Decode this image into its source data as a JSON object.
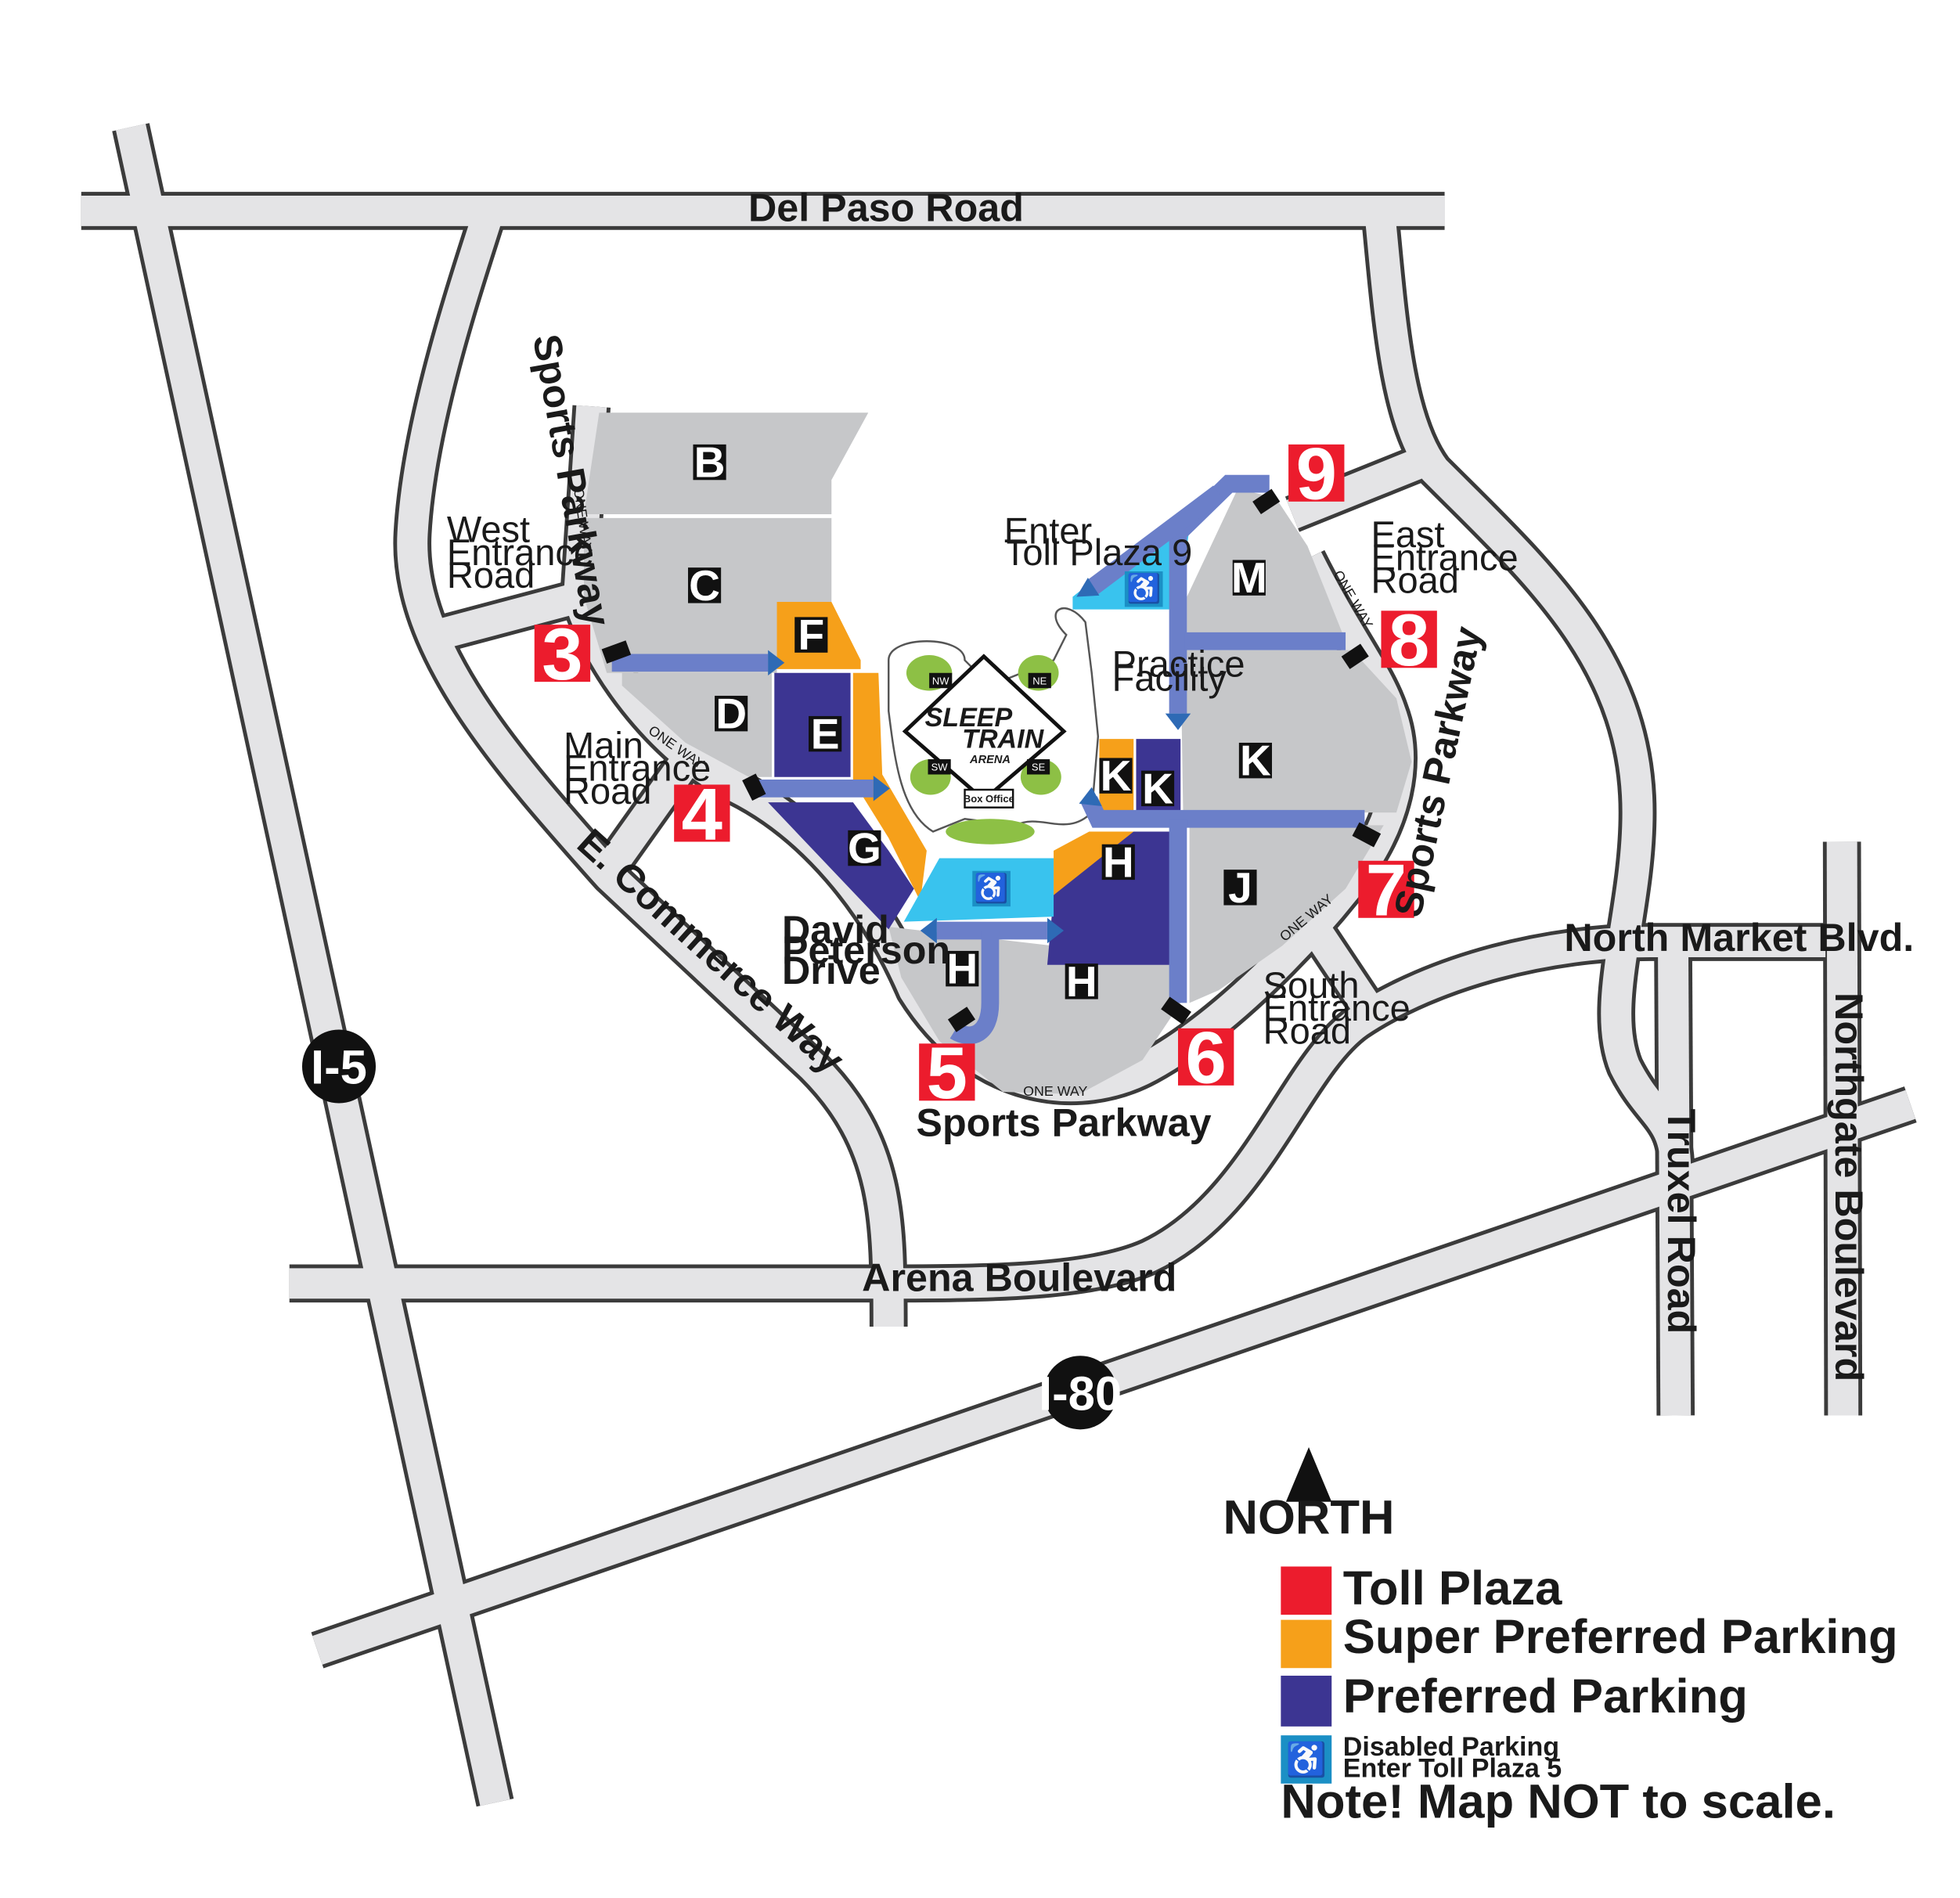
{
  "roads": {
    "del_paso": "Del Paso Road",
    "sports_parkway_west": "Sports Parkway",
    "west_entrance": [
      "West",
      "Entrance",
      "Road"
    ],
    "main_entrance": [
      "Main",
      "Entrance",
      "Road"
    ],
    "e_commerce": "E. Commerce Way",
    "david_peterson": [
      "David",
      "Peterson",
      "Drive"
    ],
    "sports_parkway_south": "Sports Parkway",
    "sports_parkway_east": "Sports Parkway",
    "east_entrance": [
      "East",
      "Entrance",
      "Road"
    ],
    "south_entrance": [
      "South",
      "Entrance",
      "Road"
    ],
    "north_market": "North Market  Blvd.",
    "arena_blvd": "Arena Boulevard",
    "truxel": "Truxel Road",
    "northgate": "Northgate Boulevard",
    "one_way": "ONE WAY"
  },
  "highways": {
    "i5": "I-5",
    "i80": "I-80"
  },
  "lots": {
    "b": "B",
    "c": "C",
    "d": "D",
    "e": "E",
    "f": "F",
    "g": "G",
    "h1": "H",
    "h2": "H",
    "h3": "H",
    "j": "J",
    "k1": "K",
    "k2": "K",
    "k3": "K",
    "m": "M"
  },
  "toll_plazas": {
    "t3": "3",
    "t4": "4",
    "t5": "5",
    "t6": "6",
    "t7": "7",
    "t8": "8",
    "t9": "9"
  },
  "labels": {
    "enter_toll9": [
      "Enter",
      "Toll Plaza 9"
    ],
    "practice": [
      "Practice",
      "Facility"
    ],
    "arena_logo_line1": "SLEEP",
    "arena_logo_line2": "TRAIN",
    "arena_logo_line3": "ARENA",
    "box_office": "Box Office",
    "nw": "NW",
    "ne": "NE",
    "sw": "SW",
    "se": "SE",
    "disabled_symbol": "♿"
  },
  "legend": {
    "north": "NORTH",
    "toll": "Toll Plaza",
    "super": "Super Preferred Parking",
    "preferred": "Preferred Parking",
    "disabled_line1": "Disabled Parking",
    "disabled_line2": "Enter Toll Plaza 5",
    "note": "Note! Map NOT to scale."
  },
  "colors": {
    "toll": "#ec1c2d",
    "super_preferred": "#f6a01a",
    "preferred": "#3c3592",
    "disabled": "#39c3ee",
    "lot": "#c6c7c9",
    "road": "#e4e4e6"
  }
}
